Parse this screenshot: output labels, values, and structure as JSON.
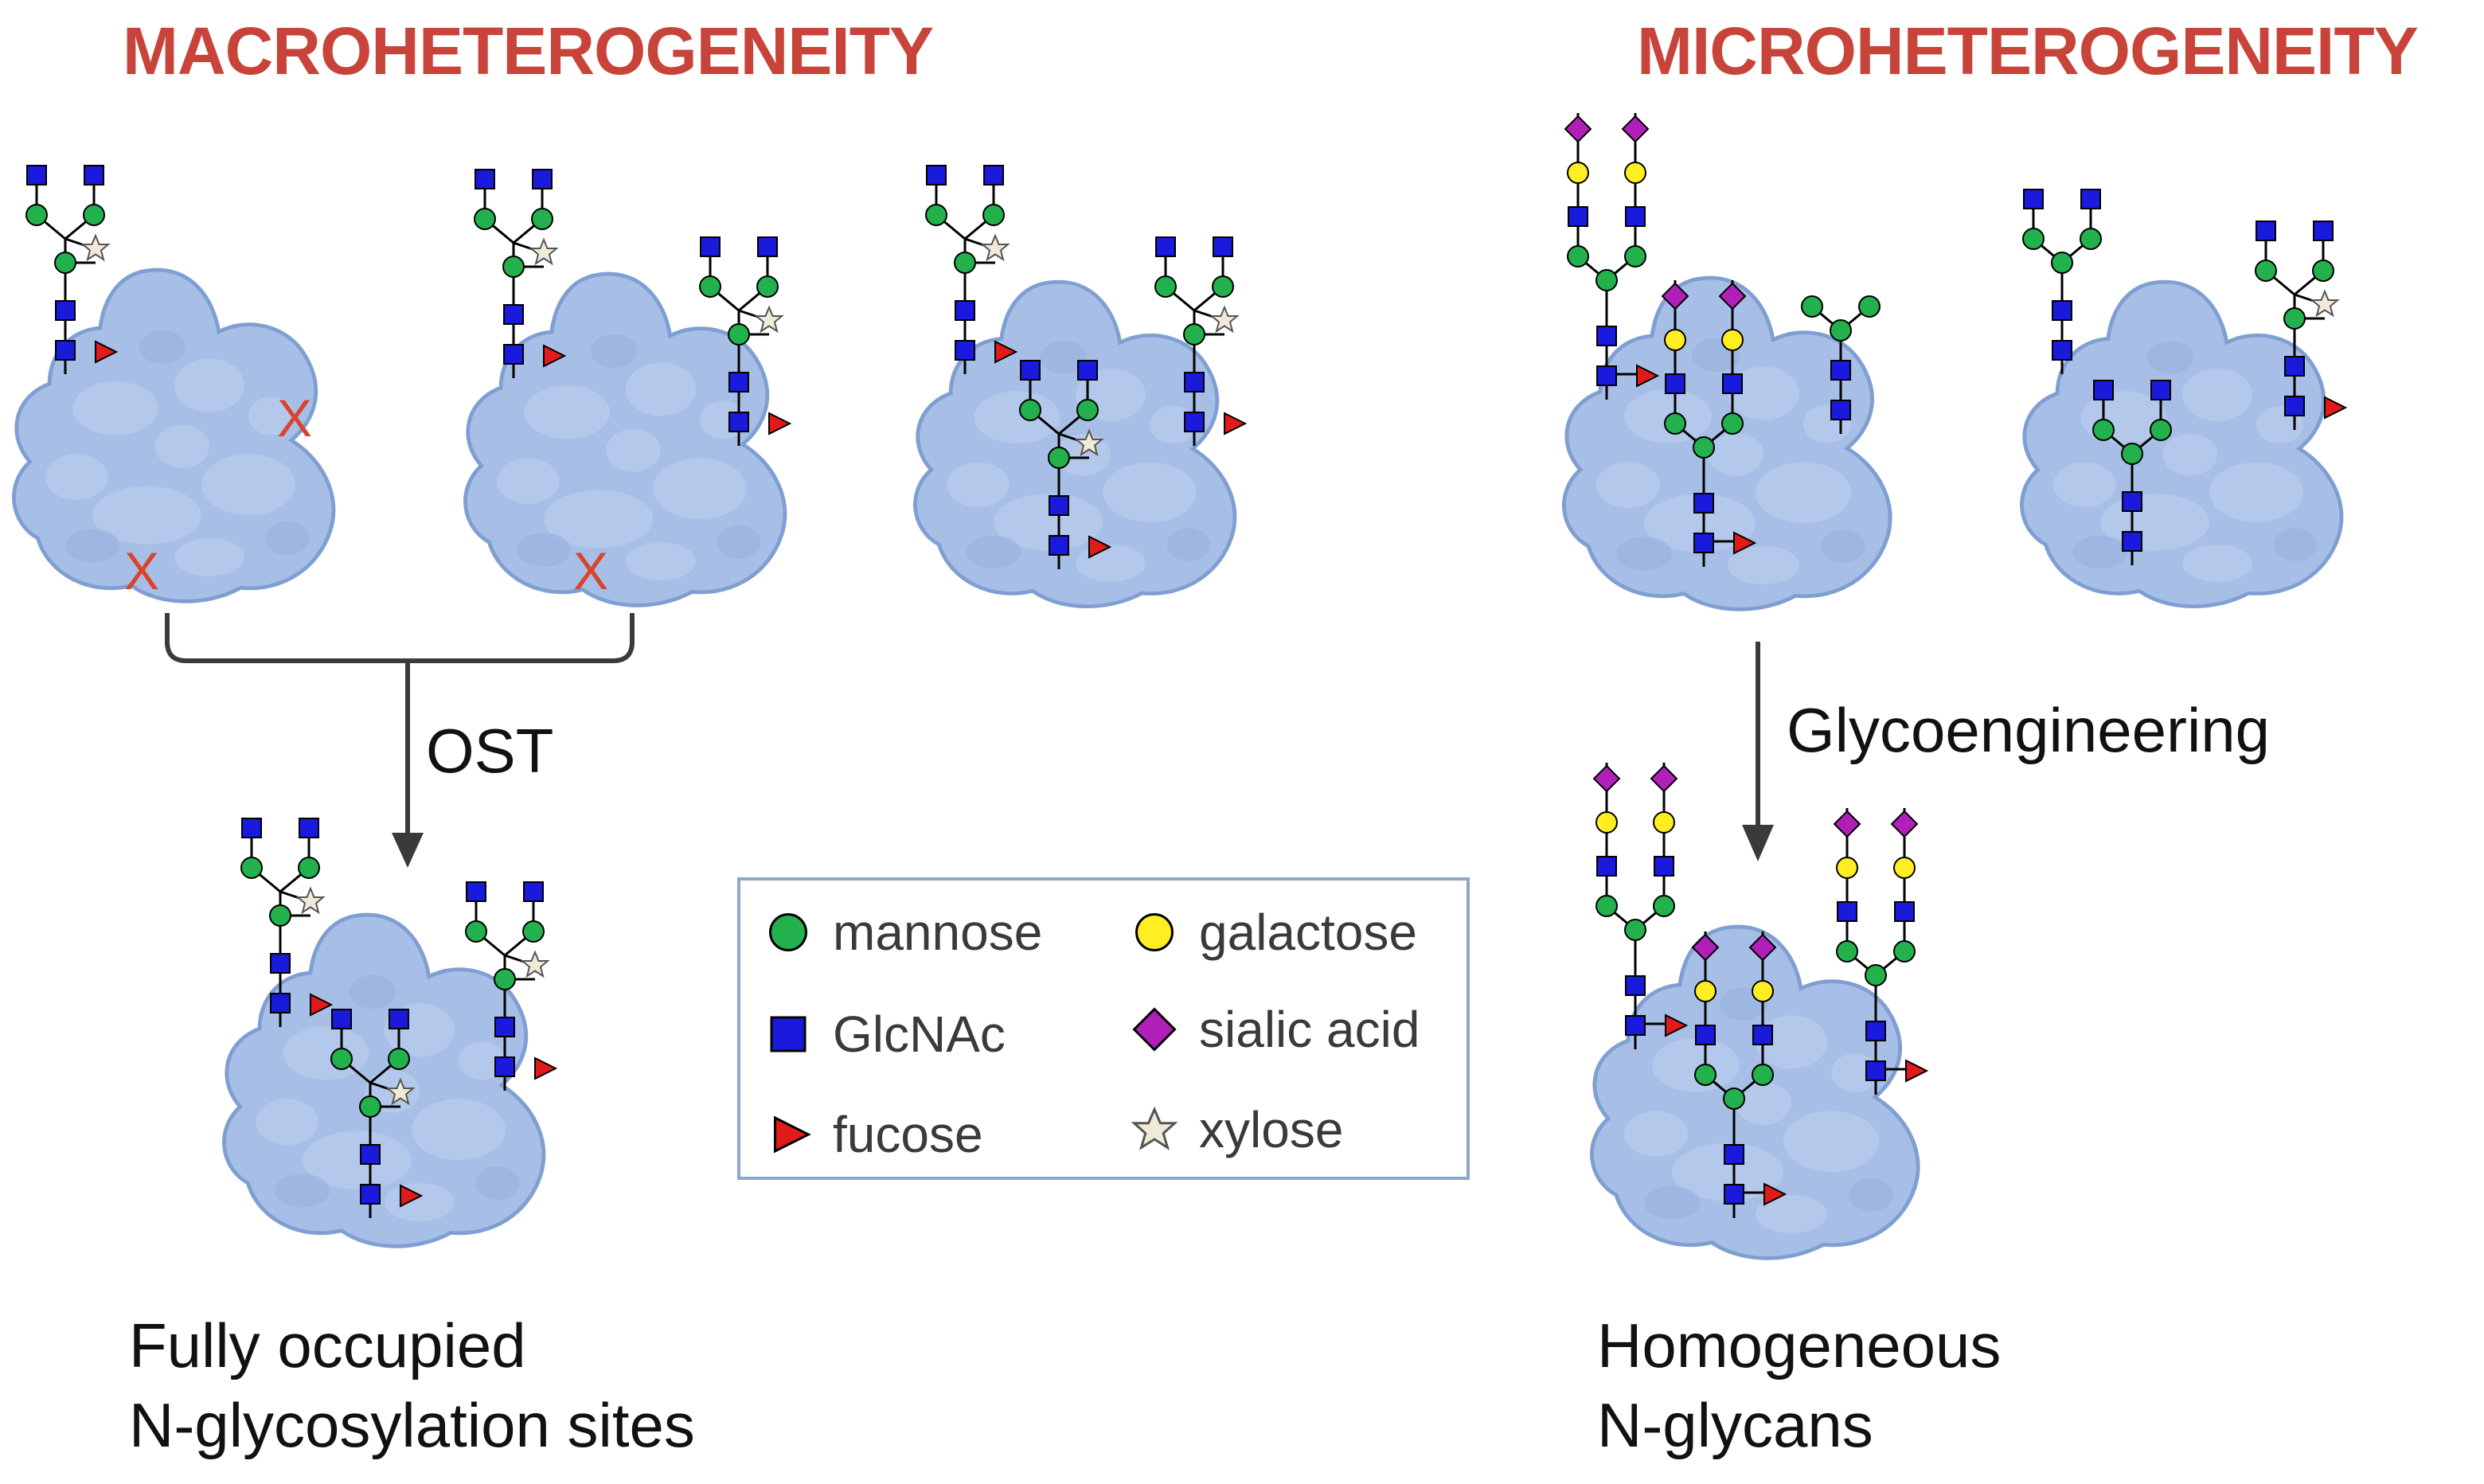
{
  "headings": {
    "left": "MACROHETEROGENEITY",
    "right": "MICROHETEROGENEITY"
  },
  "process_labels": {
    "left": "OST",
    "right": "Glycoengineering"
  },
  "captions": {
    "left": [
      "Fully occupied",
      "N-glycosylation sites"
    ],
    "right": [
      "Homogeneous",
      "N-glycans"
    ]
  },
  "legend": [
    {
      "label": "mannose",
      "icon": "green-circle-icon",
      "color": "#22b14c"
    },
    {
      "label": "galactose",
      "icon": "yellow-circle-icon",
      "color": "#ffee22"
    },
    {
      "label": "GlcNAc",
      "icon": "blue-square-icon",
      "color": "#1a1adc"
    },
    {
      "label": "sialic acid",
      "icon": "purple-diamond-icon",
      "color": "#b020b8"
    },
    {
      "label": "fucose",
      "icon": "red-triangle-icon",
      "color": "#e21a1a"
    },
    {
      "label": "xylose",
      "icon": "beige-star-icon",
      "color": "#f1ead8"
    }
  ],
  "colors": {
    "heading": "#c8443a",
    "protein": "#a7bfe6",
    "protein_edge": "#7f9fd2",
    "missing_site_marker": "#d9442f"
  },
  "missing_site_marker_text": "X"
}
